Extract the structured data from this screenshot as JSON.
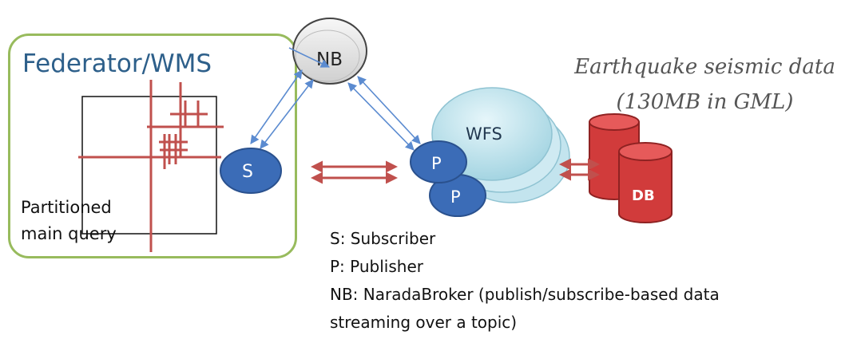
{
  "federator": {
    "title": "Federator/WMS",
    "partition_label_line1": "Partitioned",
    "partition_label_line2": "main query"
  },
  "nodes": {
    "nb": "NB",
    "wfs": "WFS",
    "subscriber": "S",
    "publisher_front": "P",
    "publisher_back": "P",
    "db": "DB"
  },
  "dataset": {
    "line1": "Earthquake seismic data",
    "line2": "(130MB in GML)"
  },
  "legend": [
    "S: Subscriber",
    "P: Publisher",
    "NB: NaradaBroker (publish/subscribe-based data",
    "streaming over a topic)"
  ],
  "colors": {
    "federator_border": "#98bb5d",
    "federator_title": "#2d5f8a",
    "node_blue": "#3b6cb7",
    "wfs_cloud": "#bfe3ec",
    "nb_gray": "#e2e2e2",
    "db_red": "#d13b3b",
    "red_lines": "#c0504d",
    "link_blue": "#5b8bd0"
  }
}
